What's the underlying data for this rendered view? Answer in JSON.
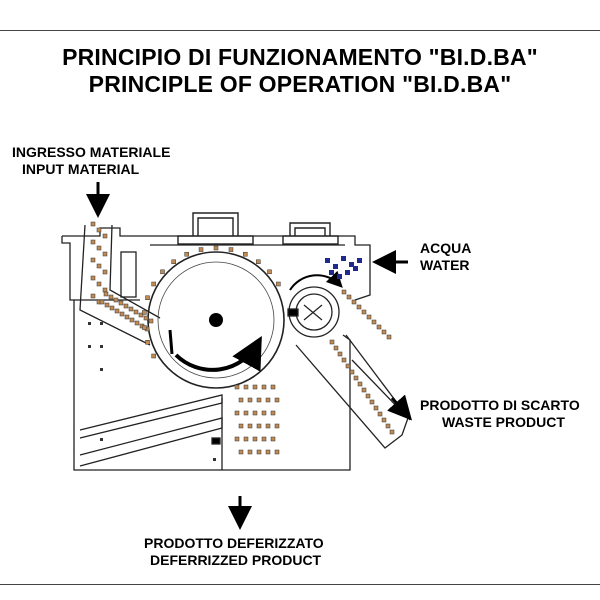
{
  "title": {
    "italian": "PRINCIPIO DI FUNZIONAMENTO \"BI.D.BA\"",
    "english": "PRINCIPLE OF OPERATION \"BI.D.BA\""
  },
  "labels": {
    "input": {
      "italian": "INGRESSO MATERIALE",
      "english": "INPUT MATERIAL"
    },
    "water": {
      "italian": "ACQUA",
      "english": "WATER"
    },
    "waste": {
      "italian": "PRODOTTO DI SCARTO",
      "english": "WASTE PRODUCT"
    },
    "deferrized": {
      "italian": "PRODOTTO DEFERIZZATO",
      "english": "DEFERRIZZED PRODUCT"
    }
  },
  "icons": {
    "water_dots_color": "#1f2a8c",
    "material_dot_color": "#c08a55"
  }
}
